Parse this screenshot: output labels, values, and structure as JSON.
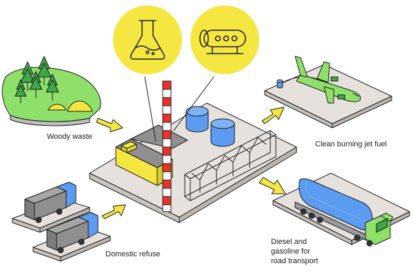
{
  "labels": {
    "woody_waste": "Woody waste",
    "jet_fuel": "Clean burning jet fuel",
    "domestic_refuse": "Domestic refuse",
    "diesel_line1": "Diesel and",
    "diesel_line2": "gasoline for",
    "diesel_line3": "road transport"
  },
  "colors": {
    "accent_yellow": "#f5e642",
    "grass_green": "#8ee06a",
    "tanker_blue": "#5b9bf0",
    "stack_red": "#e8332b",
    "platform": "#e6e1dc",
    "truck_grey": "#8a8a8a",
    "outline": "#1a1a1a"
  },
  "icons": {
    "bubble_left": "flask-icon",
    "bubble_right": "storage-tank-icon"
  }
}
